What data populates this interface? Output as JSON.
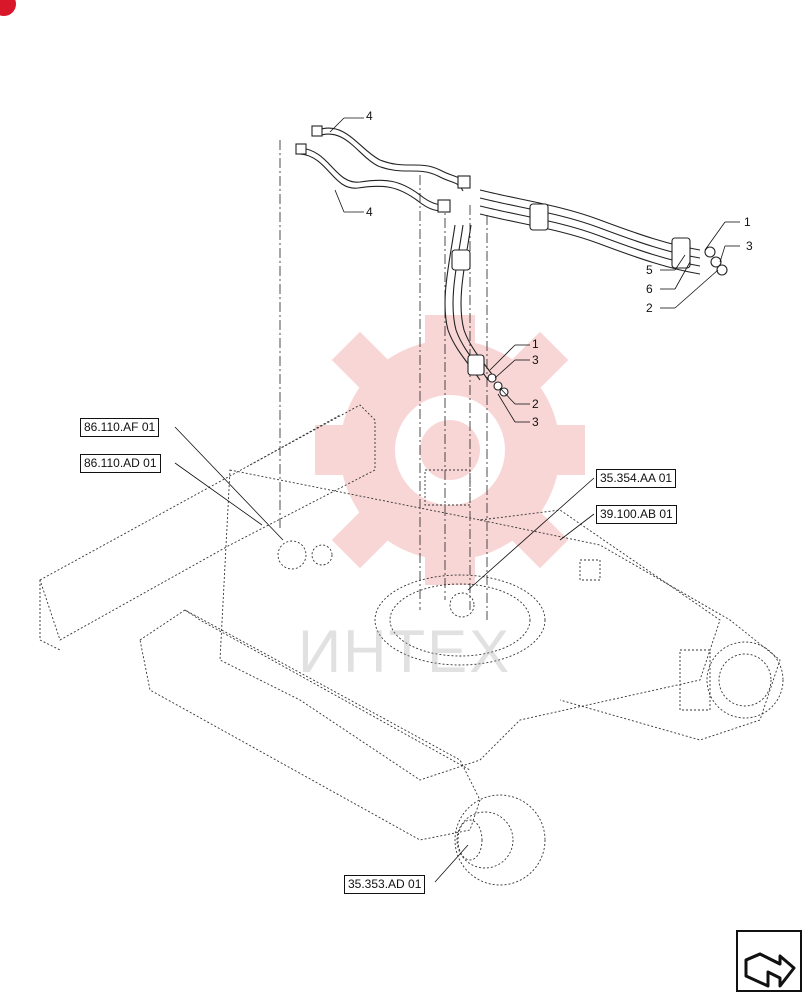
{
  "watermark": {
    "text": "ИНТЕХ",
    "color": "#e84a4a"
  },
  "references": {
    "ref_86_110_af": "86.110.AF 01",
    "ref_86_110_ad": "86.110.AD 01",
    "ref_35_354_aa": "35.354.AA 01",
    "ref_39_100_ab": "39.100.AB 01",
    "ref_35_353_ad": "35.353.AD 01"
  },
  "callouts": {
    "top_hose_upper": "4",
    "top_hose_lower": "4",
    "right_1": "1",
    "right_3": "3",
    "right_5": "5",
    "right_6": "6",
    "right_2": "2",
    "mid_1": "1",
    "mid_3a": "3",
    "mid_2": "2",
    "mid_3b": "3"
  },
  "icons": {
    "nav": "next-page-arrow-icon",
    "corner": "red-badge-icon"
  }
}
